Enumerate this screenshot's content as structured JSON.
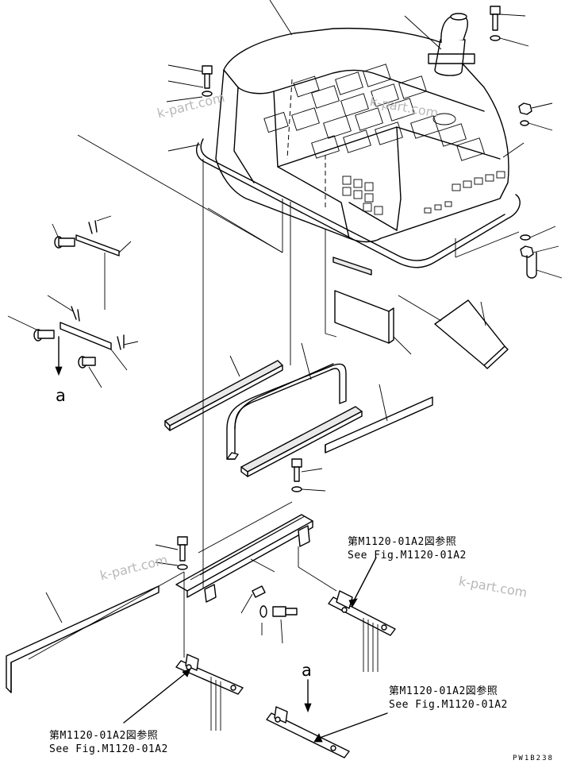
{
  "watermarks": [
    "k-part.com",
    "k-part.com",
    "k-part.com",
    "k-part.com"
  ],
  "callouts": [
    {
      "jp": "第M1120-01A2図参照",
      "en": "See Fig.M1120-01A2"
    },
    {
      "jp": "第M1120-01A2図参照",
      "en": "See Fig.M1120-01A2"
    },
    {
      "jp": "第M1120-01A2図参照",
      "en": "See Fig.M1120-01A2"
    }
  ],
  "connector_labels": [
    "a",
    "a"
  ],
  "drawing_code": "PW1B238"
}
